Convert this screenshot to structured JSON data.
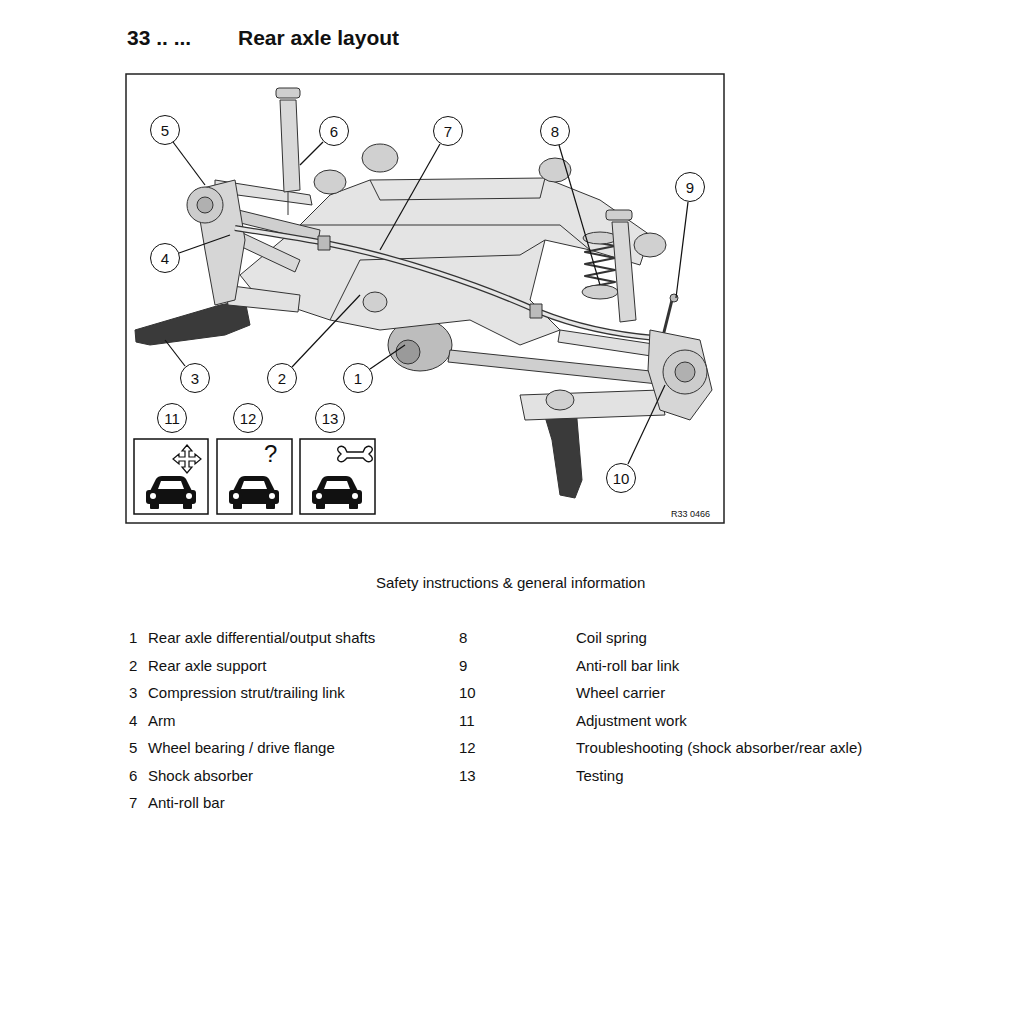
{
  "diagram": {
    "title": "Rear axle layout",
    "caption": "Safety instructions & general information",
    "nodes": [
      {
        "text": [
          "5"
        ]
      },
      {
        "text": [
          "6"
        ]
      },
      {
        "text": [
          "7"
        ]
      },
      {
        "text": [
          "8"
        ]
      },
      {
        "text": [
          "9"
        ]
      },
      {
        "text": [
          "4"
        ]
      },
      {
        "text": [
          "3"
        ]
      },
      {
        "text": [
          "2"
        ]
      },
      {
        "text": [
          "1"
        ]
      },
      {
        "text": [
          "11"
        ]
      },
      {
        "text": [
          "12"
        ]
      },
      {
        "text": [
          "13"
        ]
      },
      {
        "text": [
          "10"
        ]
      }
    ],
    "labels": [
      "33 .. ...",
      "?",
      "R33 0466",
      "1",
      "Rear axle differential/output shafts",
      "8",
      "Coil spring",
      "2",
      "Rear axle support",
      "9",
      "Anti-roll bar link",
      "3",
      "Compression strut/trailing link",
      "10",
      "Wheel carrier",
      "4",
      "Arm",
      "11",
      "Adjustment work",
      "5",
      "Wheel bearing / drive flange",
      "12",
      "Troubleshooting (shock absorber/rear axle)",
      "6",
      "Shock absorber",
      "13",
      "Testing",
      "7",
      "Anti-roll bar"
    ]
  }
}
